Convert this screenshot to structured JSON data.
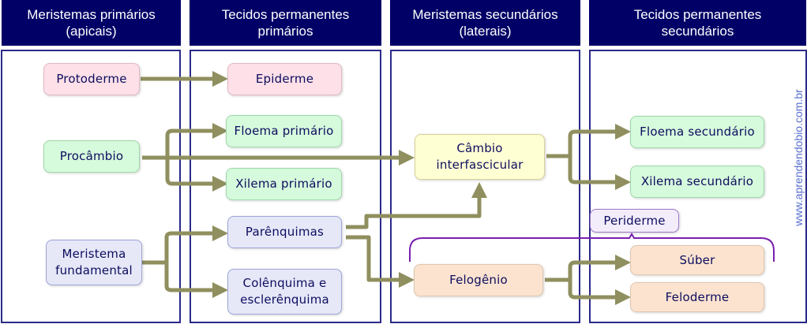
{
  "headers": [
    {
      "label": "Meristemas primários\n(apicais)"
    },
    {
      "label": "Tecidos permanentes\nprimários"
    },
    {
      "label": "Meristemas secundários\n(laterais)"
    },
    {
      "label": "Tecidos permanentes\nsecundários"
    }
  ],
  "nodes": {
    "protoderme": "Protoderme",
    "procambio": "Procâmbio",
    "meristema_fundamental": "Meristema\nfundamental",
    "epiderme": "Epiderme",
    "floema_primario": "Floema primário",
    "xilema_primario": "Xilema primário",
    "parenquimas": "Parênquimas",
    "colenquima": "Colênquima e\nesclerênquima",
    "cambio": "Câmbio\ninterfascicular",
    "felogenio": "Felogênio",
    "floema_secundario": "Floema secundário",
    "xilema_secundario": "Xilema secundário",
    "suber": "Súber",
    "feloderme": "Feloderme"
  },
  "group_label": "Periderme",
  "watermark": "www.aprendendobio.com.br",
  "colors": {
    "header_bg": "#000066",
    "arrow": "#8f8f5f",
    "bracket": "#7a1fb0",
    "text": "#0d0d5e"
  },
  "edges": [
    {
      "from": "Protoderme",
      "to": "Epiderme"
    },
    {
      "from": "Procâmbio",
      "to": "Floema primário"
    },
    {
      "from": "Procâmbio",
      "to": "Xilema primário"
    },
    {
      "from": "Procâmbio",
      "to": "Câmbio interfascicular"
    },
    {
      "from": "Meristema fundamental",
      "to": "Parênquimas"
    },
    {
      "from": "Meristema fundamental",
      "to": "Colênquima e esclerênquima"
    },
    {
      "from": "Parênquimas",
      "to": "Câmbio interfascicular"
    },
    {
      "from": "Parênquimas",
      "to": "Felogênio"
    },
    {
      "from": "Câmbio interfascicular",
      "to": "Floema secundário"
    },
    {
      "from": "Câmbio interfascicular",
      "to": "Xilema secundário"
    },
    {
      "from": "Felogênio",
      "to": "Súber"
    },
    {
      "from": "Felogênio",
      "to": "Feloderme"
    }
  ]
}
